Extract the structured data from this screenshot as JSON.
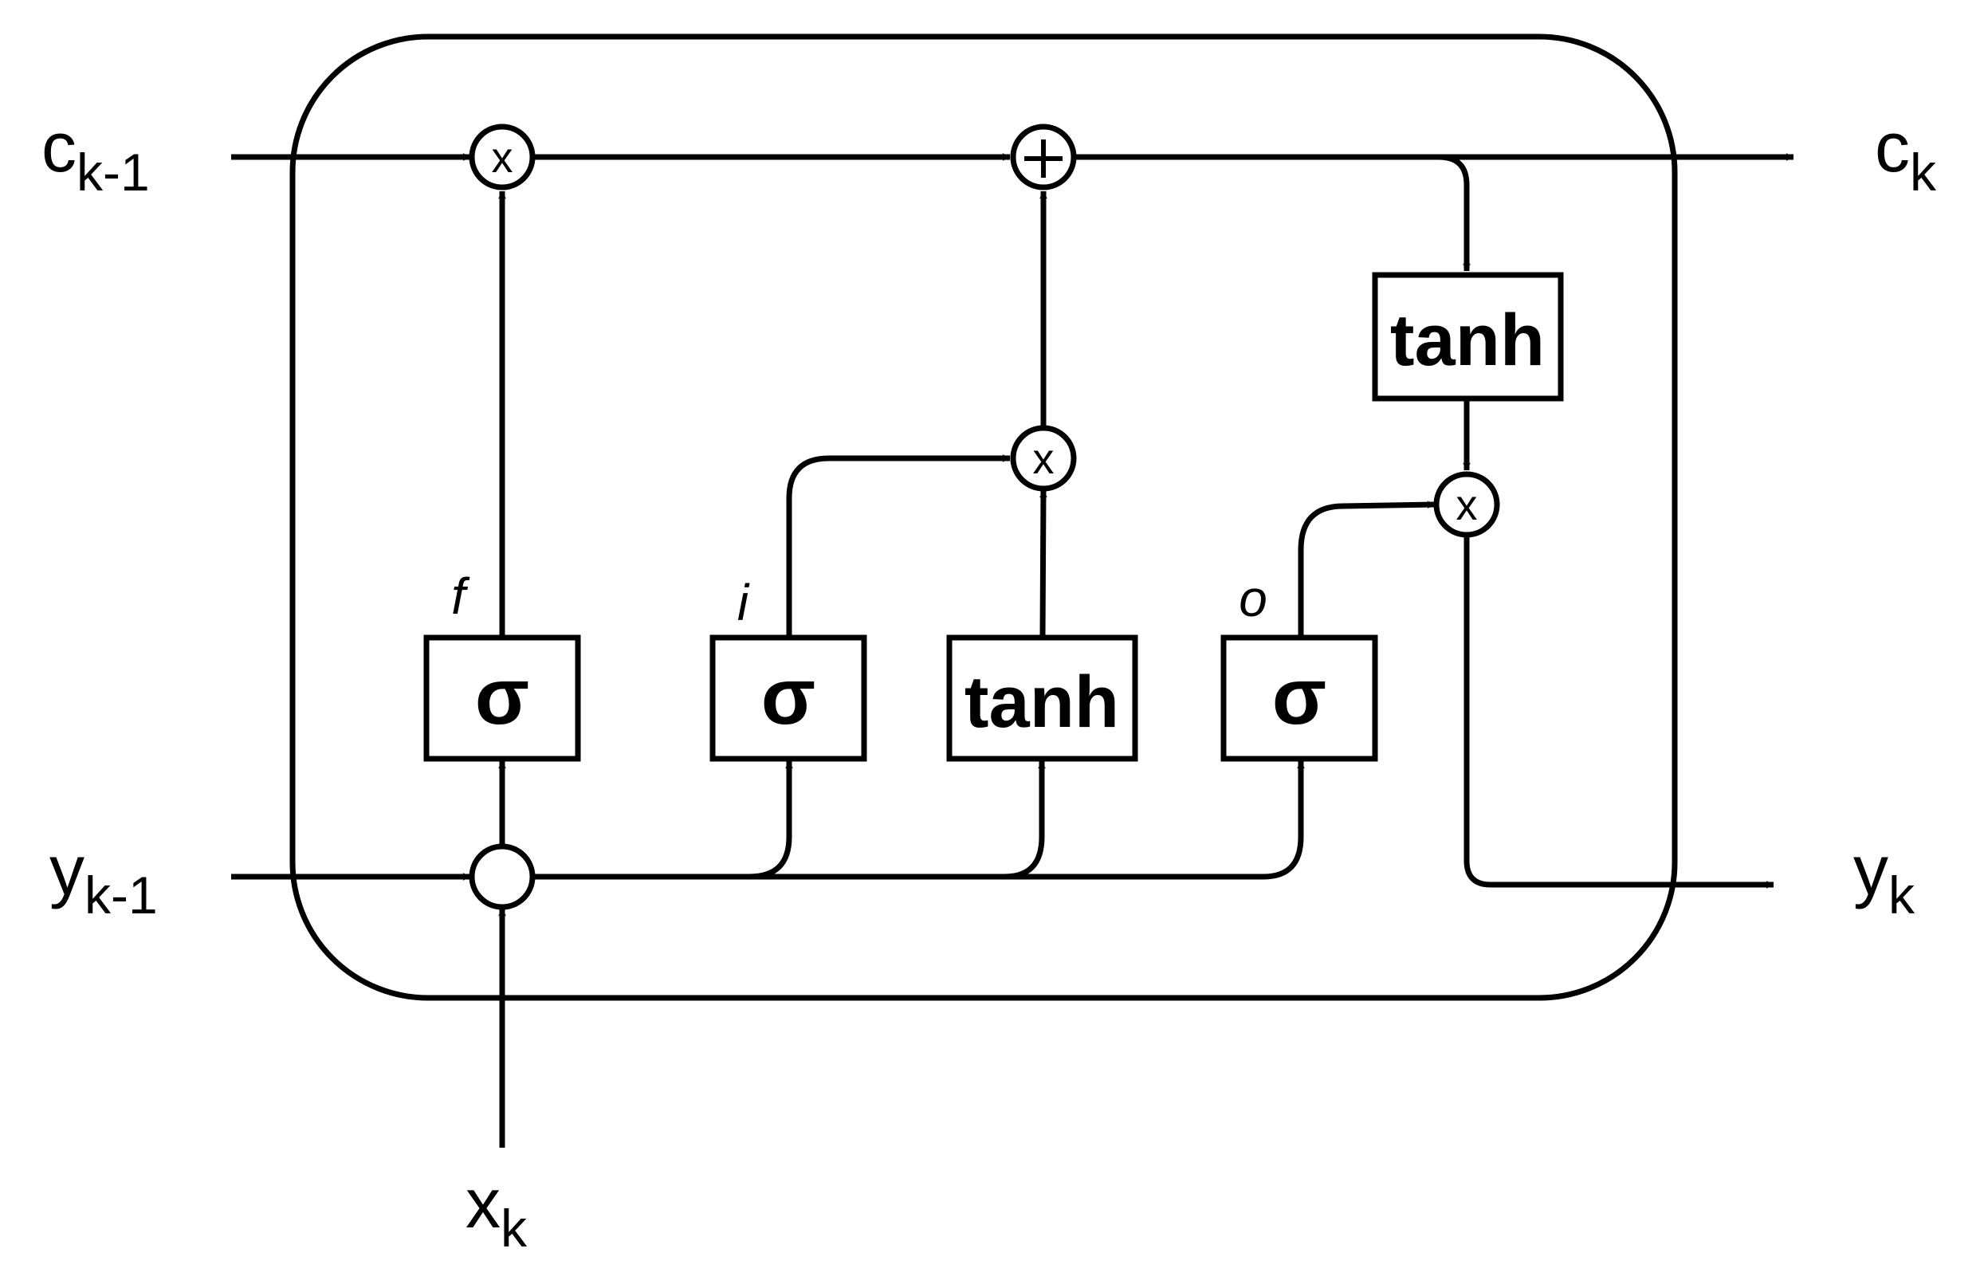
{
  "diagram": {
    "inputs": {
      "c_prev": {
        "base": "c",
        "sub": "k-1"
      },
      "y_prev": {
        "base": "y",
        "sub": "k-1"
      },
      "x": {
        "base": "x",
        "sub": "k"
      }
    },
    "outputs": {
      "c": {
        "base": "c",
        "sub": "k"
      },
      "y": {
        "base": "y",
        "sub": "k"
      }
    },
    "gates": {
      "forget": {
        "label": "f",
        "fn": "σ"
      },
      "input": {
        "label": "i",
        "fn": "σ"
      },
      "candidate": {
        "fn": "tanh"
      },
      "output": {
        "label": "o",
        "fn": "σ"
      },
      "cell_activation": {
        "fn": "tanh"
      }
    },
    "operators": {
      "multiply": "x",
      "add": "+"
    }
  }
}
